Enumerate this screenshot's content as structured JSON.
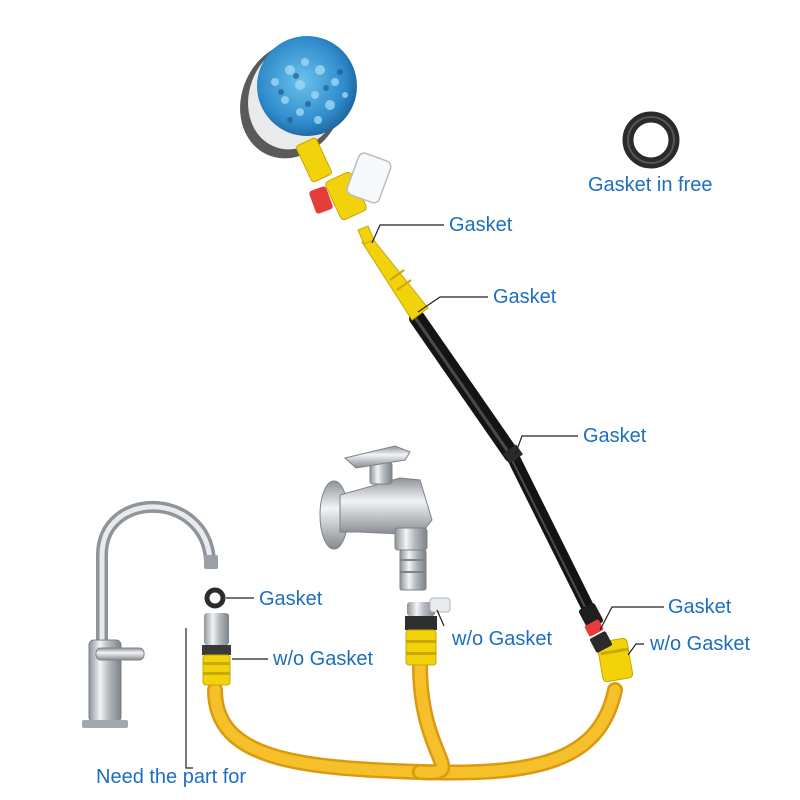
{
  "labels": {
    "gasket_free": "Gasket in free",
    "gasket_1": "Gasket",
    "gasket_2": "Gasket",
    "gasket_3": "Gasket",
    "gasket_4": "Gasket",
    "gasket_5": "Gasket",
    "wo_gasket_1": "w/o Gasket",
    "wo_gasket_2": "w/o Gasket",
    "wo_gasket_3": "w/o Gasket",
    "need_part": "Need the part for"
  },
  "colors": {
    "label": "#1b6fc0",
    "hose": "#f3b71c",
    "connector": "#f2d20a",
    "brush": "#3b9ad2",
    "handle": "#1e1e1e",
    "chrome": "#c9ccd0",
    "valve": "#e53c3c"
  }
}
